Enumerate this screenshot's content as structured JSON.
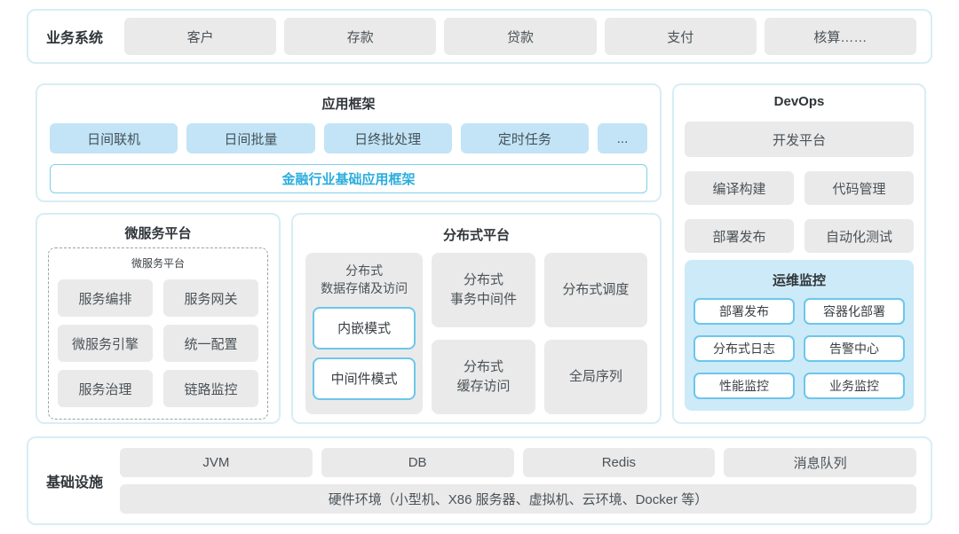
{
  "colors": {
    "panel_border": "#d8edf5",
    "gray_box": "#eaeaea",
    "blue_box": "#c2e4f6",
    "ops_background": "#cdeaf8",
    "ops_box_border": "#6bc7eb",
    "accent_text": "#2badde"
  },
  "business": {
    "label": "业务系统",
    "items": [
      "客户",
      "存款",
      "贷款",
      "支付",
      "核算……"
    ]
  },
  "app": {
    "title": "应用框架",
    "items": [
      "日间联机",
      "日间批量",
      "日终批处理",
      "定时任务",
      "..."
    ],
    "base": "金融行业基础应用框架"
  },
  "devops": {
    "title": "DevOps",
    "platform": "开发平台",
    "items": [
      "编译构建",
      "代码管理",
      "部署发布",
      "自动化测试"
    ],
    "ops": {
      "title": "运维监控",
      "items": [
        "部署发布",
        "容器化部署",
        "分布式日志",
        "告警中心",
        "性能监控",
        "业务监控"
      ]
    }
  },
  "micro": {
    "title": "微服务平台",
    "inner_title": "微服务平台",
    "items": [
      "服务编排",
      "服务网关",
      "微服务引擎",
      "统一配置",
      "服务治理",
      "链路监控"
    ]
  },
  "dist": {
    "title": "分布式平台",
    "storage_title": "分布式\n数据存储及访问",
    "storage_items": [
      "内嵌模式",
      "中间件模式"
    ],
    "cells": [
      "分布式\n事务中间件",
      "分布式调度",
      "分布式\n缓存访问",
      "全局序列"
    ]
  },
  "infra": {
    "label": "基础设施",
    "items": [
      "JVM",
      "DB",
      "Redis",
      "消息队列"
    ],
    "hardware": "硬件环境（小型机、X86 服务器、虚拟机、云环境、Docker 等）"
  }
}
